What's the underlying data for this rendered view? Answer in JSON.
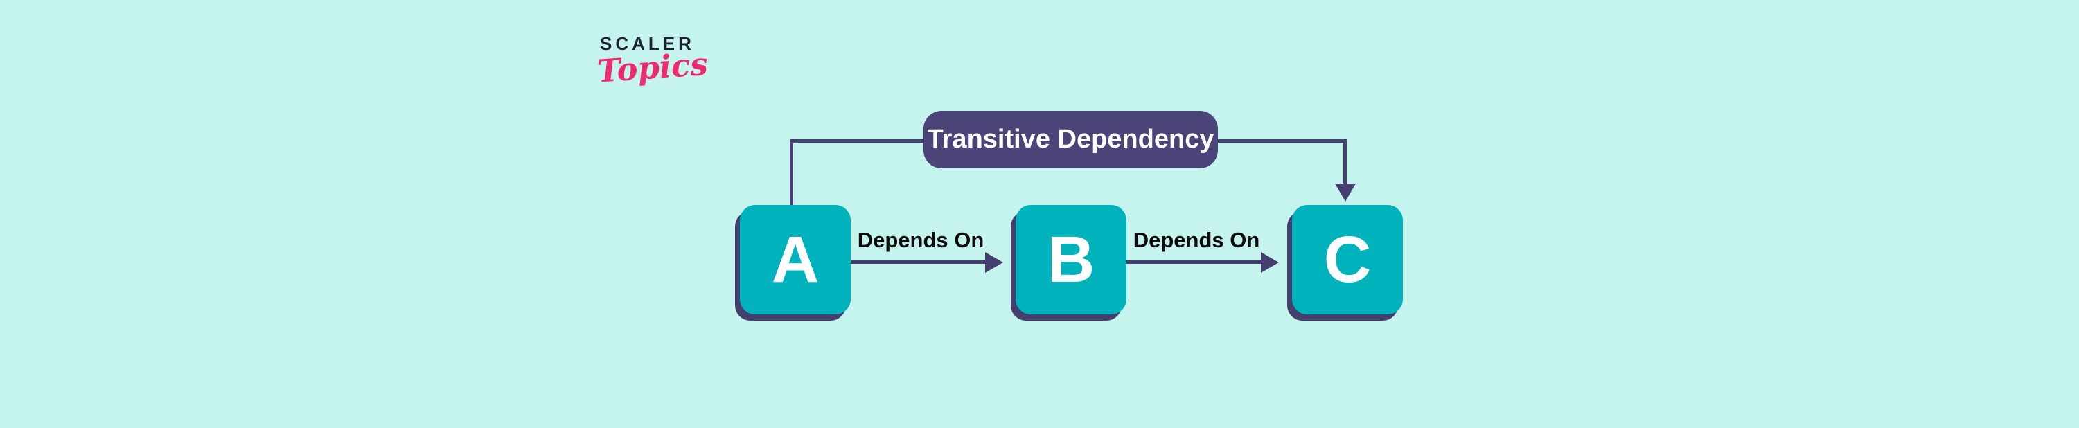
{
  "page": {
    "background": "#c5f4ee"
  },
  "logo": {
    "brand": "SCALER",
    "sub": "Topics"
  },
  "banner": {
    "label": "Transitive Dependency"
  },
  "diagram": {
    "nodes": [
      {
        "label": "A"
      },
      {
        "label": "B"
      },
      {
        "label": "C"
      }
    ],
    "edges": [
      {
        "from": "A",
        "to": "B",
        "label": "Depends On"
      },
      {
        "from": "B",
        "to": "C",
        "label": "Depends On"
      },
      {
        "from": "A",
        "to": "C",
        "via": "banner",
        "type": "transitive"
      }
    ]
  },
  "colors": {
    "page_bg": "#c5f4ee",
    "node_fill": "#00b2bc",
    "node_text": "#ffffff",
    "line": "#453f70",
    "banner_bg": "#4a4478",
    "banner_text": "#ffffff",
    "label_text": "#0d0d0d",
    "logo_navy": "#1b2133",
    "logo_pink": "#ec2a6e"
  }
}
